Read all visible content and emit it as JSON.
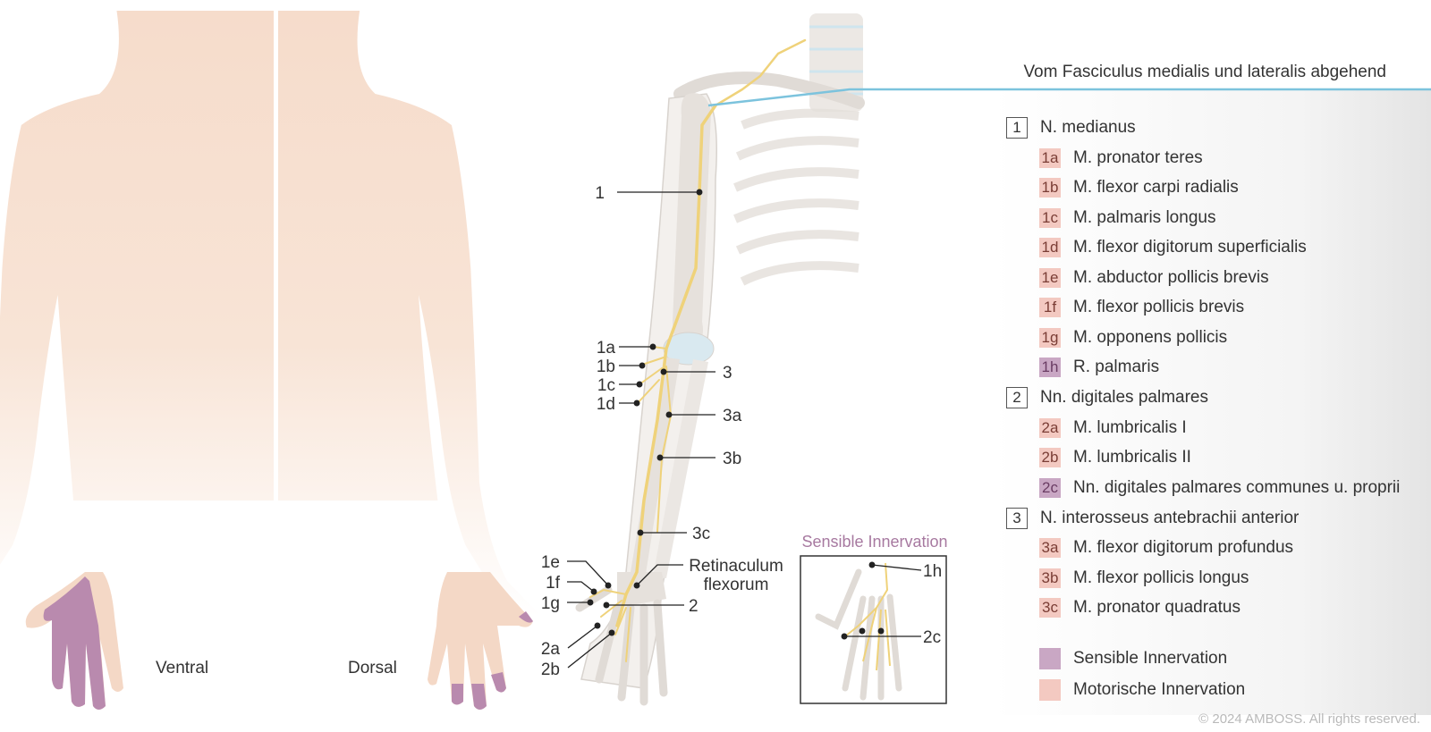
{
  "header": {
    "title": "Vom Fasciculus medialis und lateralis abgehend"
  },
  "views": {
    "ventral": "Ventral",
    "dorsal": "Dorsal"
  },
  "inset": {
    "title": "Sensible Innervation"
  },
  "structure_labels": {
    "retinaculum_line1": "Retinaculum",
    "retinaculum_line2": "flexorum"
  },
  "callouts": {
    "c1": "1",
    "c1a": "1a",
    "c1b": "1b",
    "c1c": "1c",
    "c1d": "1d",
    "c1e": "1e",
    "c1f": "1f",
    "c1g": "1g",
    "c2": "2",
    "c2a": "2a",
    "c2b": "2b",
    "c3": "3",
    "c3a": "3a",
    "c3b": "3b",
    "c3c": "3c",
    "c1h": "1h",
    "c2c": "2c"
  },
  "legend": {
    "groups": [
      {
        "code": "1",
        "title": "N. medianus",
        "items": [
          {
            "code": "1a",
            "label": "M. pronator teres",
            "type": "motor"
          },
          {
            "code": "1b",
            "label": "M. flexor carpi radialis",
            "type": "motor"
          },
          {
            "code": "1c",
            "label": "M. palmaris longus",
            "type": "motor"
          },
          {
            "code": "1d",
            "label": "M. flexor digitorum superficialis",
            "type": "motor"
          },
          {
            "code": "1e",
            "label": "M. abductor pollicis brevis",
            "type": "motor"
          },
          {
            "code": "1f",
            "label": "M. flexor pollicis brevis",
            "type": "motor"
          },
          {
            "code": "1g",
            "label": "M.  opponens pollicis",
            "type": "motor"
          },
          {
            "code": "1h",
            "label": "R. palmaris",
            "type": "sensory"
          }
        ]
      },
      {
        "code": "2",
        "title": "Nn. digitales palmares",
        "items": [
          {
            "code": "2a",
            "label": "M.  lumbricalis I",
            "type": "motor"
          },
          {
            "code": "2b",
            "label": "M.  lumbricalis II",
            "type": "motor"
          },
          {
            "code": "2c",
            "label": "Nn. digitales palmares communes u. proprii",
            "type": "sensory"
          }
        ]
      },
      {
        "code": "3",
        "title": "N. interosseus antebrachii anterior",
        "items": [
          {
            "code": "3a",
            "label": "M. flexor digitorum profundus",
            "type": "motor"
          },
          {
            "code": "3b",
            "label": "M. flexor pollicis longus",
            "type": "motor"
          },
          {
            "code": "3c",
            "label": "M. pronator quadratus",
            "type": "motor"
          }
        ]
      }
    ],
    "key": [
      {
        "label": "Sensible Innervation",
        "color": "#c9a7c4"
      },
      {
        "label": "Motorische Innervation",
        "color": "#f3c9c1"
      }
    ]
  },
  "colors": {
    "skin": "#f6dccb",
    "nerve": "#efd27a",
    "sensory": "#b98aae",
    "motor": "#f3c9c1",
    "bone": "#e6e1dc",
    "accent_line": "#7cc3dd"
  },
  "copyright": "© 2024 AMBOSS. All rights reserved."
}
